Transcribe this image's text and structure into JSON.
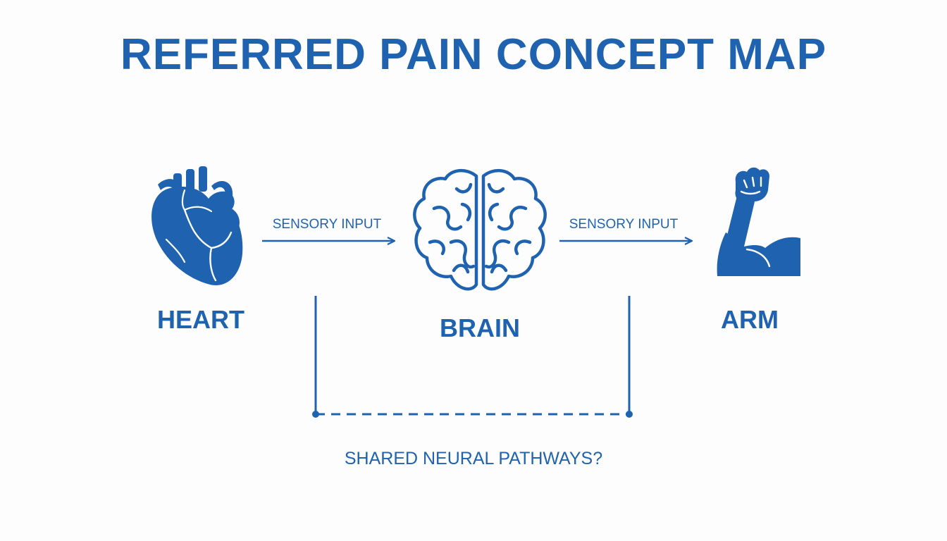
{
  "colors": {
    "accent": "#1f63b0",
    "background": "#fdfdfd"
  },
  "title": "REFERRED PAIN CONCEPT MAP",
  "nodes": {
    "heart": {
      "label": "HEART",
      "icon": "heart-icon"
    },
    "brain": {
      "label": "BRAIN",
      "icon": "brain-icon"
    },
    "arm": {
      "label": "ARM",
      "icon": "flexed-arm-icon"
    }
  },
  "edges": {
    "left": {
      "label": "SENSORY INPUT"
    },
    "right": {
      "label": "SENSORY INPUT"
    }
  },
  "shared_pathway": {
    "label": "SHARED NEURAL PATHWAYS?"
  }
}
